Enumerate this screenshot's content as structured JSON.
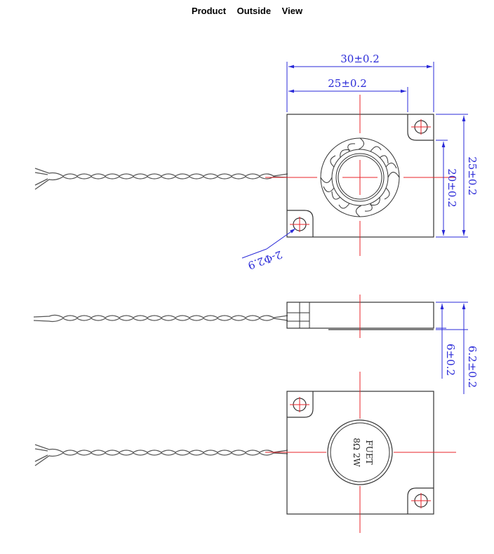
{
  "page": {
    "title": "Product   Outside   View"
  },
  "dims": {
    "overall_width": "30±0.2",
    "hole_spacing": "25±0.2",
    "overall_height": "25±0.2",
    "inner_height": "20±0.2",
    "hole_dia": "2-Φ2.9",
    "thickness_outer": "6.2±0.2",
    "thickness_inner": "6±0.2"
  },
  "label": {
    "line1": "FUET",
    "line2": "8Ω 2W"
  },
  "colors": {
    "dimension": "#2a2ad8",
    "centerline": "#e8232a",
    "outline": "#333333"
  }
}
